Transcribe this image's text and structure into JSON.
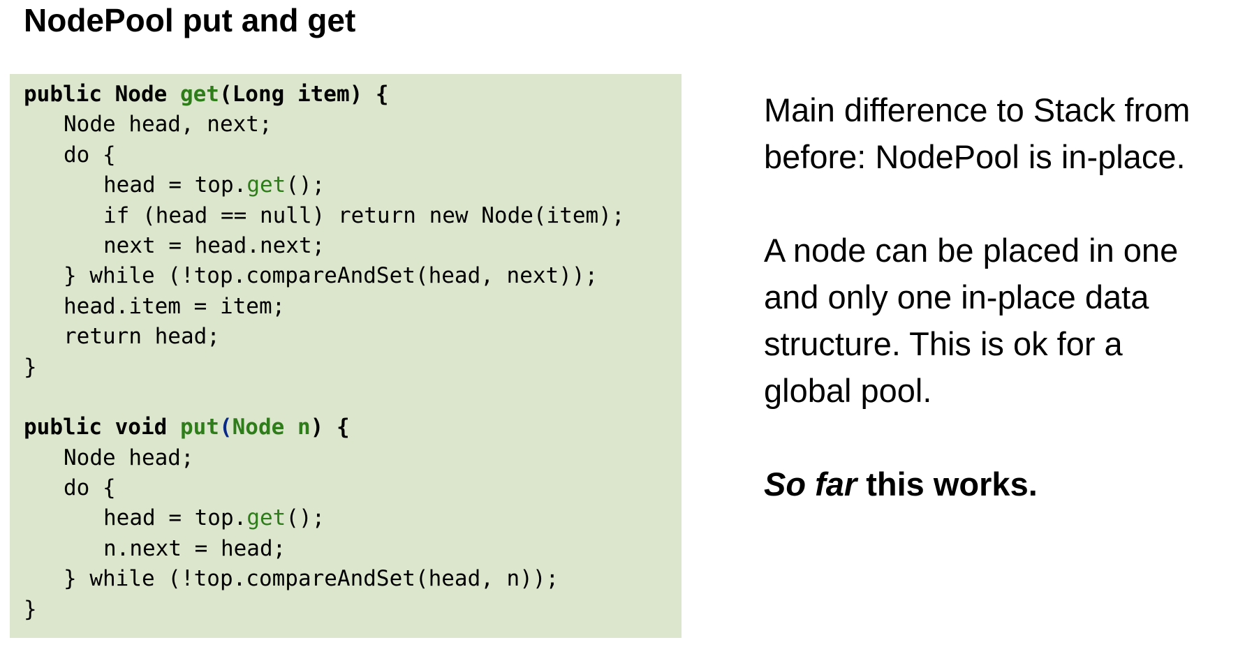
{
  "title": "NodePool put and get",
  "code": {
    "get_method": {
      "sig_prefix": "public Node ",
      "sig_name": "get",
      "sig_suffix": "(Long item) {",
      "line1": "Node head, next;",
      "line2": "do {",
      "line3_a": "head = top.",
      "line3_b": "get",
      "line3_c": "();",
      "line4": "if (head == null) return new Node(item);",
      "line5": "next = head.next;",
      "line6": "} while (!top.compareAndSet(head, next));",
      "line7": "head.item = item;",
      "line8": "return head;",
      "close": "}"
    },
    "put_method": {
      "sig_prefix": "public void ",
      "sig_name": "put",
      "sig_paren_open": "(",
      "sig_params": "Node n",
      "sig_suffix": ") {",
      "line1": "Node head;",
      "line2": "do {",
      "line3_a": "head = top.",
      "line3_b": "get",
      "line3_c": "();",
      "line4": "n.next = head;",
      "line5": "} while (!top.compareAndSet(head, n));",
      "close": "}"
    }
  },
  "notes": {
    "para1_line1": "Main difference to Stack from",
    "para1_line2": "before: NodePool is in-place.",
    "para2_line1": "A node can be placed in one",
    "para2_line2": "and only one in-place data",
    "para2_line3": "structure. This is ok for a",
    "para2_line4": "global pool.",
    "para3_italic": "So far",
    "para3_rest": " this works."
  },
  "colors": {
    "code_background": "#dce6cd",
    "method_name": "#2e7d1a",
    "paren": "#0a2a8a"
  }
}
